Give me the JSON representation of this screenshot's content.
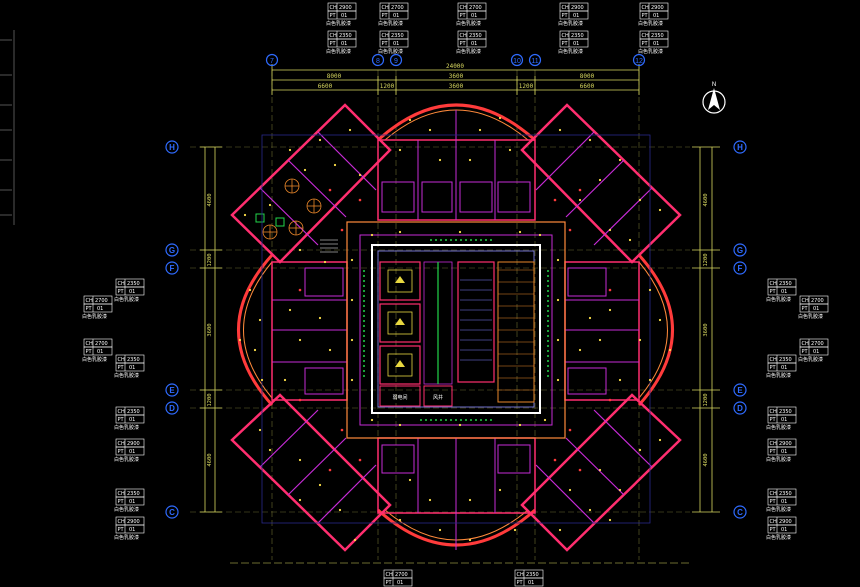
{
  "drawing": {
    "north_label": "N",
    "top_dimensions": [
      "6600",
      "1200",
      "3600",
      "1200",
      "6600"
    ],
    "top_subtotals": [
      "8000",
      "3600",
      "8000"
    ],
    "top_total": "24000",
    "side_dimensions": [
      "4600",
      "1200",
      "3600",
      "1200",
      "4600"
    ],
    "grid_labels_top": [
      "7",
      "8",
      "9",
      "10",
      "11",
      "12"
    ],
    "grid_labels_left": [
      "H",
      "G",
      "F",
      "E",
      "D",
      "C"
    ],
    "grid_labels_right": [
      "H",
      "G",
      "F",
      "E",
      "D",
      "C"
    ],
    "room_labels": [
      "弱电间",
      "风井"
    ],
    "ceiling_tags_top": [
      {
        "ch": "CH 2900",
        "pt": "PT 01",
        "desc": "白色乳胶漆"
      },
      {
        "ch": "CH 2350",
        "pt": "PT 01",
        "desc": "白色乳胶漆"
      },
      {
        "ch": "CH 2700",
        "pt": "PT 01",
        "desc": "白色乳胶漆"
      },
      {
        "ch": "CH 2350",
        "pt": "PT 01",
        "desc": "白色乳胶漆"
      },
      {
        "ch": "CH 2700",
        "pt": "PT 01",
        "desc": "白色乳胶漆"
      },
      {
        "ch": "CH 2350",
        "pt": "PT 01",
        "desc": "白色乳胶漆"
      },
      {
        "ch": "CH 2900",
        "pt": "PT 01",
        "desc": "白色乳胶漆"
      },
      {
        "ch": "CH 2350",
        "pt": "PT 01",
        "desc": "白色乳胶漆"
      },
      {
        "ch": "CH 2900",
        "pt": "PT 01",
        "desc": "白色乳胶漆"
      },
      {
        "ch": "CH 2350",
        "pt": "PT 01",
        "desc": "白色乳胶漆"
      }
    ],
    "ceiling_tags_left": [
      {
        "ch": "CH 2350",
        "pt": "PT 01",
        "desc": "白色乳胶漆"
      },
      {
        "ch": "CH 2700",
        "pt": "PT 01",
        "desc": "白色乳胶漆"
      },
      {
        "ch": "CH 2700",
        "pt": "PT 01",
        "desc": "白色乳胶漆"
      },
      {
        "ch": "CH 2350",
        "pt": "PT 01",
        "desc": "白色乳胶漆"
      },
      {
        "ch": "CH 2350",
        "pt": "PT 01",
        "desc": "白色乳胶漆"
      },
      {
        "ch": "CH 2900",
        "pt": "PT 01",
        "desc": "白色乳胶漆"
      },
      {
        "ch": "CH 2350",
        "pt": "PT 01",
        "desc": "白色乳胶漆"
      },
      {
        "ch": "CH 2900",
        "pt": "PT 01",
        "desc": "白色乳胶漆"
      }
    ],
    "ceiling_tags_right": [
      {
        "ch": "CH 2350",
        "pt": "PT 01",
        "desc": "白色乳胶漆"
      },
      {
        "ch": "CH 2700",
        "pt": "PT 01",
        "desc": "白色乳胶漆"
      },
      {
        "ch": "CH 2700",
        "pt": "PT 01",
        "desc": "白色乳胶漆"
      },
      {
        "ch": "CH 2350",
        "pt": "PT 01",
        "desc": "白色乳胶漆"
      },
      {
        "ch": "CH 2350",
        "pt": "PT 01",
        "desc": "白色乳胶漆"
      },
      {
        "ch": "CH 2900",
        "pt": "PT 01",
        "desc": "白色乳胶漆"
      },
      {
        "ch": "CH 2350",
        "pt": "PT 01",
        "desc": "白色乳胶漆"
      },
      {
        "ch": "CH 2900",
        "pt": "PT 01",
        "desc": "白色乳胶漆"
      }
    ],
    "ceiling_tags_bottom": [
      {
        "ch": "CH 2700",
        "pt": "PT 01",
        "desc": "白色乳胶漆"
      },
      {
        "ch": "CH 2350",
        "pt": "PT 01",
        "desc": "白色乳胶漆"
      }
    ],
    "colors": {
      "background": "#000000",
      "wall": "#ff2e6f",
      "ceiling_edge": "#ff3b3b",
      "partition": "#c62bd6",
      "core": "#ffffff",
      "dimension": "#d8d860",
      "grid_bubble": "#2f6bff",
      "light_point": "#ffe04a",
      "green_marker": "#22d64a",
      "orange_hatch": "#e8862a",
      "tag_text": "#ffffff"
    }
  }
}
